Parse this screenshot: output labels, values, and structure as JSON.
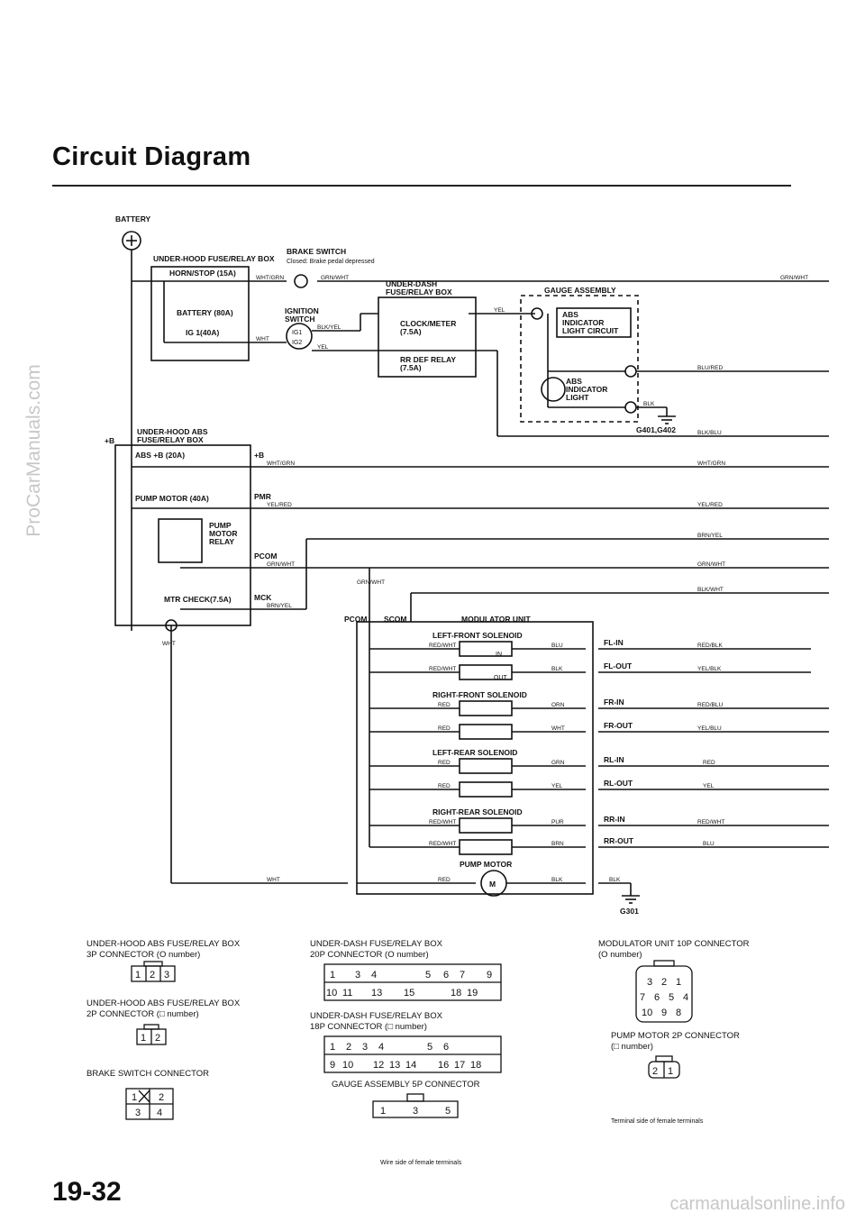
{
  "page": {
    "title": "Circuit Diagram",
    "page_number": "19-32",
    "watermark_side": "ProCarManuals.com",
    "watermark_bottom": "carmanualsonline.info"
  },
  "diagram": {
    "battery": "BATTERY",
    "underhood_box": "UNDER-HOOD FUSE/RELAY BOX",
    "horn_stop": "HORN/STOP (15A)",
    "battery_fuse": "BATTERY (80A)",
    "ig1": "IG 1(40A)",
    "brake_switch": "BRAKE SWITCH",
    "brake_closed": "Closed: Brake pedal depressed",
    "underdash_box_1": "UNDER-DASH",
    "underdash_box_2": "FUSE/RELAY BOX",
    "ignition_1": "IGNITION",
    "ignition_2": "SWITCH",
    "ig1_term": "IG1",
    "ig2_term": "IG2",
    "clock_1": "CLOCK/METER",
    "clock_2": "(7.5A)",
    "rrdef_1": "RR DEF RELAY",
    "rrdef_2": "(7.5A)",
    "gauge_assembly": "GAUGE ASSEMBLY",
    "abs_ind_1": "ABS",
    "abs_ind_2": "INDICATOR",
    "abs_ind_3": "LIGHT CIRCUIT",
    "abs_light_1": "ABS",
    "abs_light_2": "INDICATOR",
    "abs_light_3": "LIGHT",
    "ground1": "G401,G402",
    "underhood_abs_1": "UNDER-HOOD ABS",
    "underhood_abs_2": "FUSE/RELAY BOX",
    "plus_b": "+B",
    "abs_b": "ABS +B (20A)",
    "pump_motor_fuse": "PUMP MOTOR (40A)",
    "pmr": "PMR",
    "pump_relay_1": "PUMP",
    "pump_relay_2": "MOTOR",
    "pump_relay_3": "RELAY",
    "pcom": "PCOM",
    "mtr_check": "MTR CHECK(7.5A)",
    "mck": "MCK",
    "scom": "SCOM",
    "modulator_unit": "MODULATOR UNIT",
    "lf_sol": "LEFT-FRONT SOLENOID",
    "rf_sol": "RIGHT-FRONT SOLENOID",
    "lr_sol": "LEFT-REAR SOLENOID",
    "rr_sol": "RIGHT-REAR SOLENOID",
    "pump_motor": "PUMP MOTOR",
    "motor_m": "M",
    "in": "IN",
    "out": "OUT",
    "fl_in": "FL-IN",
    "fl_out": "FL-OUT",
    "fr_in": "FR-IN",
    "fr_out": "FR-OUT",
    "rl_in": "RL-IN",
    "rl_out": "RL-OUT",
    "rr_in": "RR-IN",
    "rr_out": "RR-OUT",
    "ground2": "G301",
    "wires": {
      "wht_grn": "WHT/GRN",
      "grn_wht": "GRN/WHT",
      "wht": "WHT",
      "blk_yel": "BLK/YEL",
      "yel": "YEL",
      "blu_red": "BLU/RED",
      "blk": "BLK",
      "blk_blu": "BLK/BLU",
      "yel_red": "YEL/RED",
      "brn_yel": "BRN/YEL",
      "blk_wht": "BLK/WHT",
      "red_wht": "RED/WHT",
      "blu": "BLU",
      "red_blk": "RED/BLK",
      "yel_blk": "YEL/BLK",
      "red": "RED",
      "orn": "ORN",
      "red_blu": "RED/BLU",
      "yel_blu": "YEL/BLU",
      "grn": "GRN",
      "pur": "PUR",
      "brn": "BRN"
    }
  },
  "connectors": {
    "c1_title": "UNDER-HOOD ABS FUSE/RELAY BOX",
    "c1_sub": "3P CONNECTOR (O number)",
    "c1_pins": [
      "1",
      "2",
      "3"
    ],
    "c2_title": "UNDER-HOOD ABS FUSE/RELAY BOX",
    "c2_sub": "2P CONNECTOR (□ number)",
    "c2_pins": [
      "1",
      "2"
    ],
    "c3_title": "BRAKE SWITCH CONNECTOR",
    "c3_pins": [
      "1",
      "2",
      "3",
      "4"
    ],
    "c4_title": "UNDER-DASH FUSE/RELAY BOX",
    "c4_sub": "20P CONNECTOR (O number)",
    "c4_row1": [
      "1",
      "",
      "3",
      "4",
      "",
      "5",
      "6",
      "7",
      "",
      "9"
    ],
    "c4_row2": [
      "10",
      "11",
      "",
      "13",
      "",
      "15",
      "",
      "",
      "18",
      "19",
      ""
    ],
    "c5_title": "UNDER-DASH FUSE/RELAY BOX",
    "c5_sub": "18P CONNECTOR (□ number)",
    "c5_row1": [
      "1",
      "2",
      "3",
      "4",
      "",
      "5",
      "6",
      "",
      ""
    ],
    "c5_row2": [
      "9",
      "10",
      "",
      "12",
      "13",
      "14",
      "",
      "16",
      "17",
      "18"
    ],
    "c6_title": "GAUGE ASSEMBLY 5P CONNECTOR",
    "c6_pins": [
      "1",
      "",
      "3",
      "",
      "5"
    ],
    "c7_title": "MODULATOR UNIT 10P CONNECTOR",
    "c7_sub": "(O number)",
    "c7_row1": [
      "3",
      "2",
      "1"
    ],
    "c7_row2": [
      "7",
      "6",
      "5",
      "4"
    ],
    "c7_row3": [
      "10",
      "9",
      "8"
    ],
    "c8_title": "PUMP MOTOR 2P CONNECTOR",
    "c8_sub": "(□ number)",
    "c8_pins": [
      "2",
      "1"
    ],
    "note_wire": "Wire side of female terminals",
    "note_term": "Terminal side of female terminals"
  }
}
